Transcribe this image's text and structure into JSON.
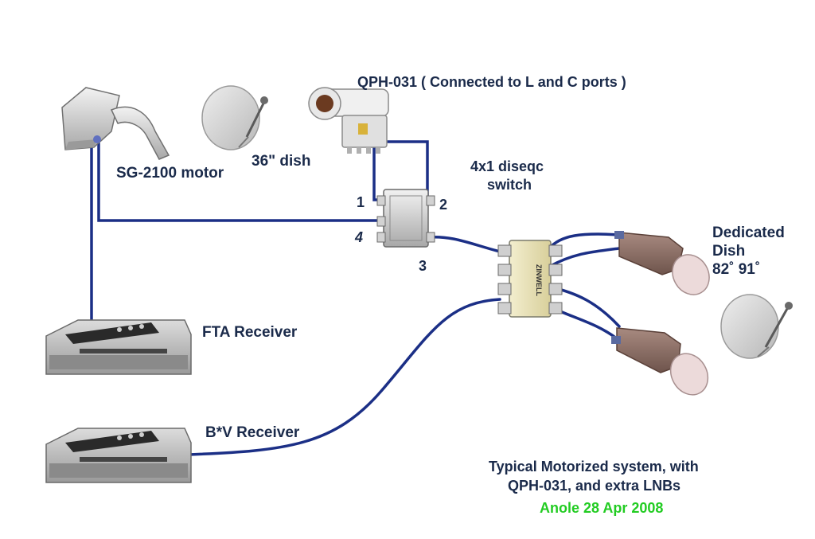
{
  "labels": {
    "qph": "QPH-031  ( Connected to L and C ports )",
    "motor": "SG-2100 motor",
    "dish36": "36\" dish",
    "diseqc_line1": "4x1 diseqc",
    "diseqc_line2": "switch",
    "dedicated_line1": "Dedicated",
    "dedicated_line2": "Dish",
    "dedicated_line3": "82˚ 91˚",
    "fta": "FTA Receiver",
    "bv": "B*V Receiver",
    "caption_line1": "Typical Motorized system, with",
    "caption_line2": "QPH-031, and extra LNBs",
    "credit": "Anole 28 Apr 2008",
    "multiswitch_brand": "ZINWELL"
  },
  "ports": {
    "p1": "1",
    "p2": "2",
    "p3": "3",
    "p4": "4"
  },
  "colors": {
    "cable": "#1b2f86",
    "label": "#1a2a4a",
    "credit": "#22cc22",
    "metal": "#c8c8c8",
    "lnb_body": "#8a6a62"
  }
}
